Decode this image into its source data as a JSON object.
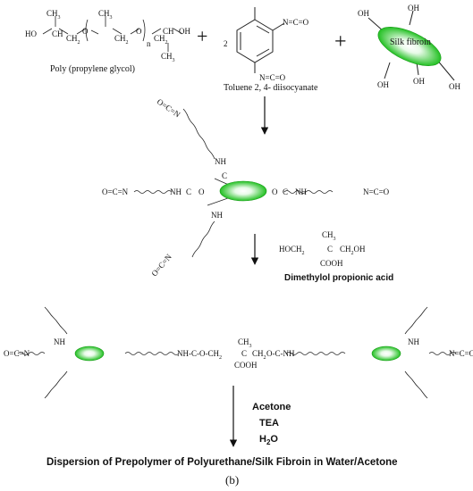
{
  "reactants": {
    "ppg": {
      "label": "Poly (propylene glycol)",
      "ho": "HO",
      "ch3_a": "CH",
      "ch3_b": "CH",
      "ch3_c": "CH",
      "ch2_a": "CH",
      "ch2_b": "CH",
      "ch2_c": "CH",
      "ch_a": "CH",
      "ch_b": "CH",
      "o_a": "O",
      "o_b": "O",
      "oh": "OH",
      "n": "n",
      "sub2": "2",
      "sub3": "3"
    },
    "plus1": "+",
    "coef": "2",
    "tdi": {
      "label": "Toluene 2, 4- diisocyanate",
      "nco_top": "N=C=O",
      "nco_bottom": "N=C=O"
    },
    "plus2": "+",
    "silk": {
      "label": "Silk fibroin",
      "oh": [
        "OH",
        "OH",
        "OH",
        "OH",
        "OH"
      ]
    }
  },
  "intermediate": {
    "nco_left": "O=C=N",
    "nco_right": "N=C=O",
    "nco_top": "O=C=N",
    "nco_bottom": "O=C=N",
    "nh": "NH",
    "c": "C",
    "o": "O"
  },
  "dmpa": {
    "label": "Dimethylol propionic acid",
    "hoch2": "HOCH",
    "ch3": "CH",
    "c": "C",
    "ch2oh": "CH",
    "oh": "OH",
    "cooh": "COOH",
    "sub2": "2",
    "sub3": "3"
  },
  "prepolymer": {
    "center": "NH-C-O-CH",
    "ch3": "CH",
    "c": "C",
    "cooh": "COOH",
    "ch2": "CH",
    "o_c_nh": "O-C-NH",
    "nco": "O=C=N",
    "nh": "NH",
    "nco_r": "N=C=O",
    "sub2": "2",
    "sub3": "3"
  },
  "conditions": [
    "Acetone",
    "TEA",
    "H"
  ],
  "h2o_sub": "2",
  "h2o_o": "O",
  "result": "Dispersion of Prepolymer of Polyurethane/Silk Fibroin in Water/Acetone",
  "panel": "(b)",
  "colors": {
    "ellipse": "#2ecc2e",
    "ellipse_core": "#dff7df",
    "text": "#111111"
  }
}
